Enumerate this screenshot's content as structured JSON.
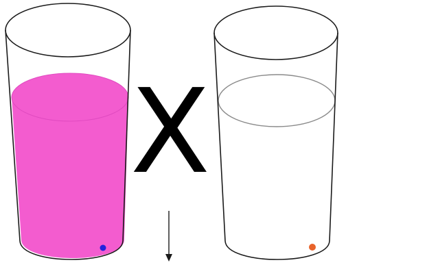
{
  "operator": {
    "symbol": "X"
  },
  "glasses": [
    {
      "id": "left",
      "liquid_color": "#f35ccf",
      "dot_color": "#2222dd"
    },
    {
      "id": "right",
      "liquid_color": "#ffffff",
      "dot_color": "#e8632a"
    }
  ],
  "arrow": {
    "direction": "down"
  },
  "colors": {
    "outline": "#1a1a1a",
    "background": "#ffffff"
  }
}
